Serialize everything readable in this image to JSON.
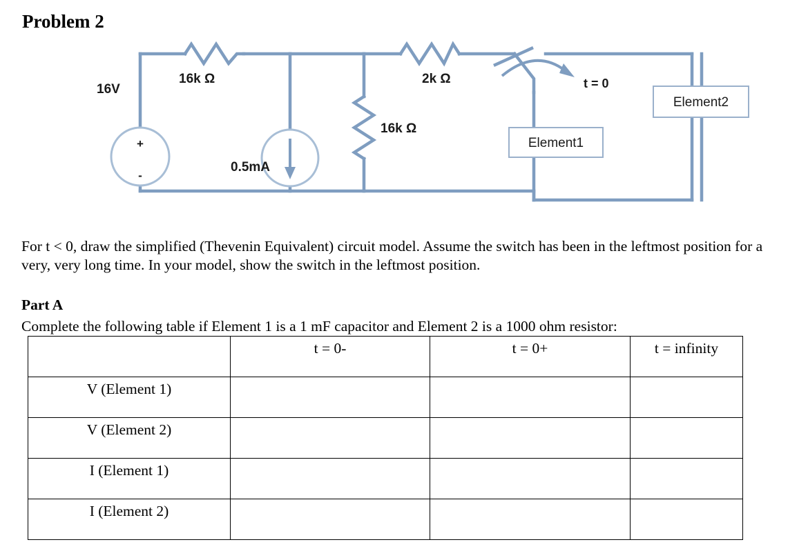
{
  "page": {
    "title": "Problem 2"
  },
  "circuit": {
    "voltage_source": {
      "label": "16V",
      "plus": "+",
      "minus": "-"
    },
    "resistor_top_left": {
      "label": "16k Ω"
    },
    "resistor_top_right": {
      "label": "2k Ω"
    },
    "resistor_vertical": {
      "label": "16k Ω"
    },
    "current_source": {
      "label": "0.5mA"
    },
    "switch": {
      "label": "t = 0"
    },
    "element1": {
      "label": "Element1"
    },
    "element2": {
      "label": "Element2"
    },
    "colors": {
      "wire": "#7f9dc0",
      "wire_dark": "#6e8fb4",
      "box_border": "#9ab0cb",
      "text": "#1a1a1a"
    }
  },
  "body": {
    "paragraph": "For t < 0, draw the simplified (Thevenin Equivalent) circuit model. Assume the switch has been in the leftmost position for a very, very long time. In your model, show the switch in the leftmost position."
  },
  "part_a": {
    "heading": "Part A",
    "instruction": "Complete the following table if Element 1 is a 1 mF capacitor and Element 2 is a 1000 ohm resistor:"
  },
  "table": {
    "headers": [
      "",
      "t = 0-",
      "t = 0+",
      "t = infinity"
    ],
    "rows": [
      {
        "label": "V (Element 1)",
        "cells": [
          "",
          "",
          ""
        ]
      },
      {
        "label": "V (Element 2)",
        "cells": [
          "",
          "",
          ""
        ]
      },
      {
        "label": "I (Element 1)",
        "cells": [
          "",
          "",
          ""
        ]
      },
      {
        "label": "I (Element 2)",
        "cells": [
          "",
          "",
          ""
        ]
      }
    ]
  }
}
